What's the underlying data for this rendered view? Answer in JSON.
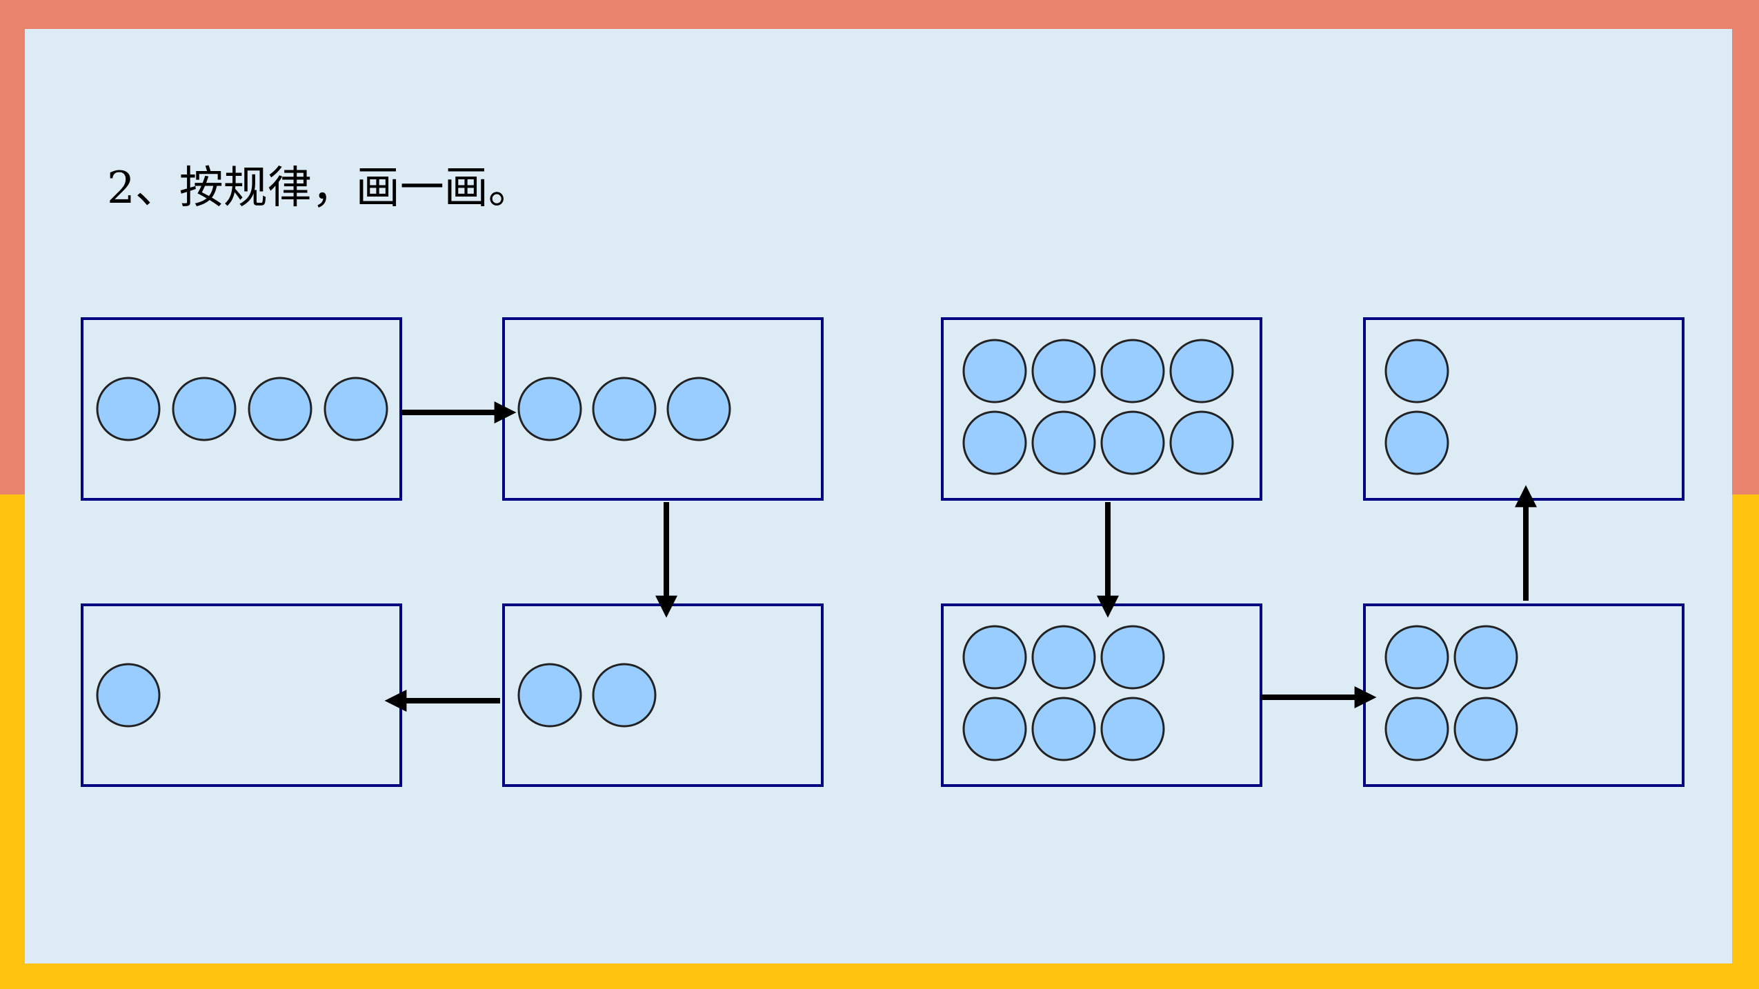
{
  "colors": {
    "frame_top": "#E8846C",
    "frame_bottom": "#FFC20E",
    "panel": "#DCEBF4",
    "box_border": "#000080",
    "circle_fill": "#99CCFF",
    "circle_stroke": "#222222",
    "arrow": "#000000"
  },
  "title": "2、按规律，画一画。",
  "sequences": [
    {
      "boxes": [
        {
          "count": 4,
          "layout": "single-row"
        },
        {
          "count": 3,
          "layout": "single-row"
        },
        {
          "count": 2,
          "layout": "single-row"
        },
        {
          "count": 1,
          "layout": "single-row"
        }
      ],
      "arrows": [
        "right",
        "down",
        "left"
      ]
    },
    {
      "boxes": [
        {
          "count": 8,
          "layout": "two-rows"
        },
        {
          "count": 6,
          "layout": "two-rows"
        },
        {
          "count": 4,
          "layout": "two-rows"
        },
        {
          "count": 2,
          "layout": "two-rows"
        }
      ],
      "arrows": [
        "down",
        "right",
        "up"
      ]
    }
  ]
}
